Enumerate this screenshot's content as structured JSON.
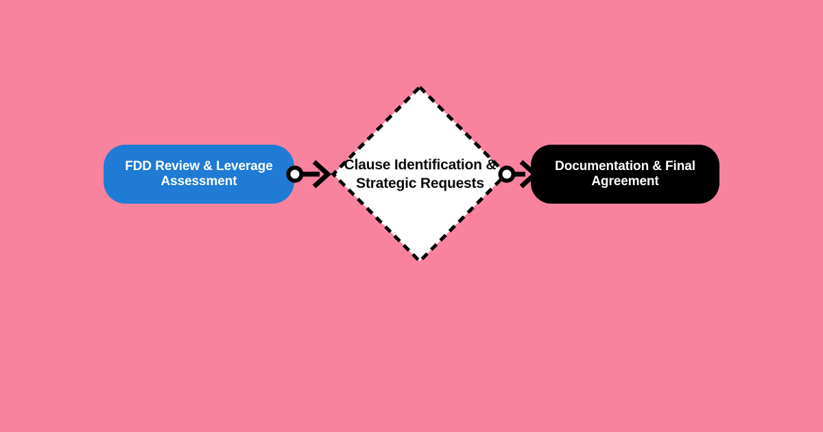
{
  "diagram": {
    "type": "flowchart",
    "orientation": "left-to-right",
    "background_color": "#F9839F",
    "nodes": [
      {
        "id": "start",
        "shape": "rounded-rectangle",
        "label": "FDD Review & Leverage Assessment",
        "fill_color": "#1F7BD4",
        "text_color": "#FFFFFF",
        "border": "none"
      },
      {
        "id": "decision",
        "shape": "diamond",
        "label": "Clause Identification & Strategic Requests",
        "fill_color": "#FFFFFF",
        "text_color": "#0B0B0B",
        "border": "dashed",
        "border_color": "#000000"
      },
      {
        "id": "end",
        "shape": "rounded-rectangle",
        "label": "Documentation & Final Agreement",
        "fill_color": "#000000",
        "text_color": "#FFFFFF",
        "border": "none"
      }
    ],
    "connectors": [
      {
        "id": "start-to-decision",
        "from": "start",
        "to": "decision",
        "start_marker": "circle",
        "end_marker": "arrowhead",
        "color": "#000000"
      },
      {
        "id": "decision-to-end",
        "from": "decision",
        "to": "end",
        "start_marker": "circle",
        "end_marker": "arrowhead",
        "color": "#000000"
      }
    ]
  }
}
